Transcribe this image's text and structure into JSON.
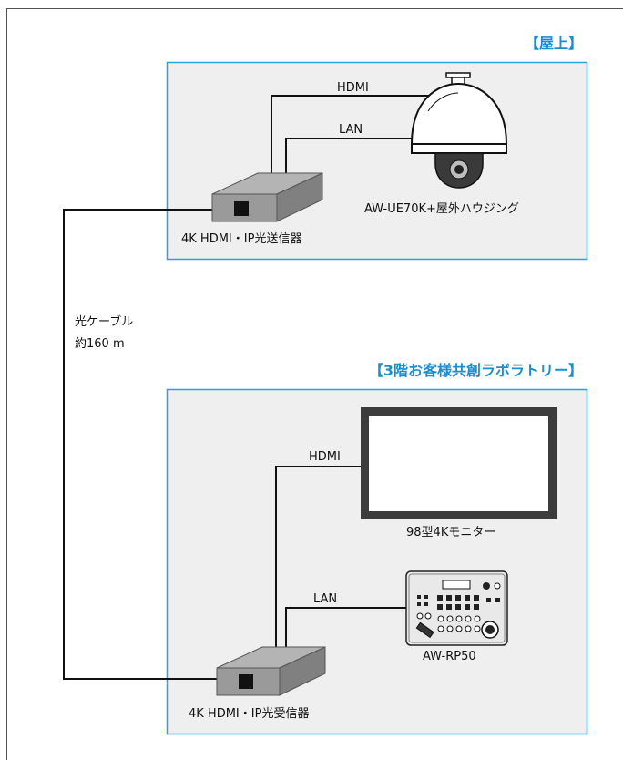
{
  "sections": {
    "rooftop_title": "【屋上】",
    "lab_title": "【3階お客様共創ラボラトリー】"
  },
  "devices": {
    "camera_label": "AW-UE70K+屋外ハウジング",
    "transmitter_label": "4K HDMI・IP光送信器",
    "monitor_label": "98型4Kモニター",
    "controller_label": "AW-RP50",
    "receiver_label": "4K HDMI・IP光受信器"
  },
  "cables": {
    "top_hdmi": "HDMI",
    "top_lan": "LAN",
    "bottom_hdmi": "HDMI",
    "bottom_lan": "LAN",
    "fiber_line1": "光ケーブル",
    "fiber_line2": "約160 m"
  },
  "colors": {
    "accent": "#1a8fcf",
    "room_fill": "#efeff0",
    "room_border": "#29a3dd",
    "frame_border": "#555555"
  }
}
